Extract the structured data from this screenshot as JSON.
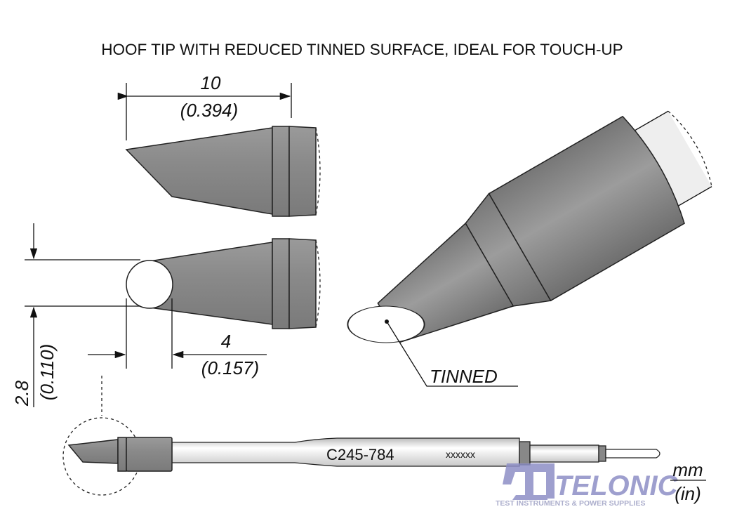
{
  "title": "HOOF TIP WITH REDUCED TINNED SURFACE, IDEAL FOR TOUCH-UP",
  "dimensions": {
    "length_mm": "10",
    "length_in": "(0.394)",
    "height_mm": "2.8",
    "height_in": "(0.110)",
    "face_mm": "4",
    "face_in": "(0.157)"
  },
  "callout": "TINNED",
  "part_number": "C245-784",
  "serial": "xxxxxx",
  "units": {
    "top": "mm",
    "bottom": "(in)"
  },
  "logo": {
    "name": "TELONIC",
    "tagline": "TEST INSTRUMENTS & POWER SUPPLIES",
    "color": "#8e8fc6"
  }
}
